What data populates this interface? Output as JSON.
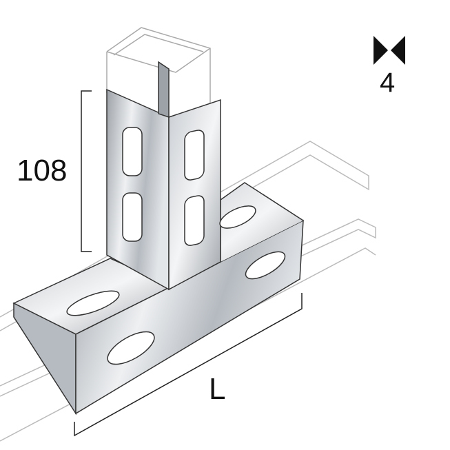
{
  "dimensions": {
    "height_label": "108",
    "length_label": "L"
  },
  "thickness": {
    "icon": "bowtie-thickness-icon",
    "value": "4"
  },
  "colors": {
    "metal_light": "#e8eaec",
    "metal_dark": "#8a8f96",
    "outline": "#222222",
    "rail": "#c8c8c8"
  }
}
